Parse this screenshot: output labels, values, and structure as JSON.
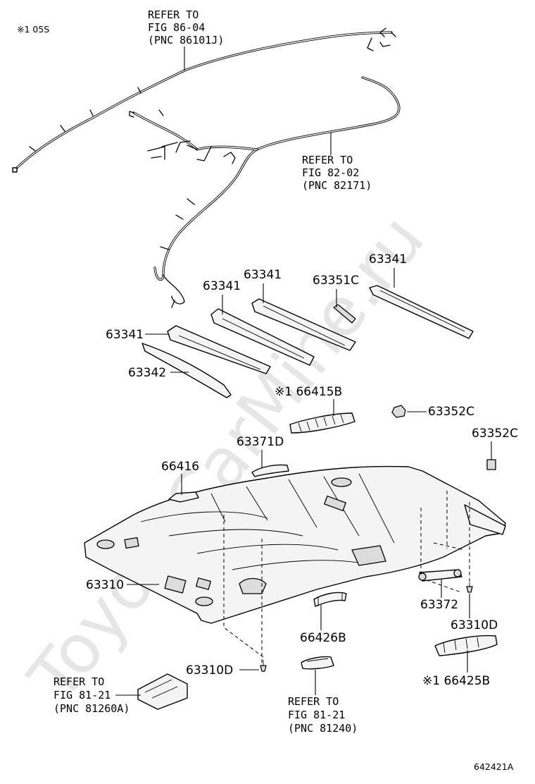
{
  "header_note": "※1 05S",
  "figure_code": "642421A",
  "watermark": "ToyotaCarMine.ru",
  "refs": [
    {
      "lines": [
        "REFER TO",
        "FIG 86-04",
        "(PNC 86101J)"
      ]
    },
    {
      "lines": [
        "REFER TO",
        "FIG 82-02",
        "(PNC 82171)"
      ]
    },
    {
      "lines": [
        "REFER TO",
        "FIG 81-21",
        "(PNC 81260A)"
      ]
    },
    {
      "lines": [
        "REFER TO",
        "FIG 81-21",
        "(PNC 81240)"
      ]
    }
  ],
  "parts": [
    {
      "id": "p63341a",
      "label": "63341"
    },
    {
      "id": "p63341b",
      "label": "63341"
    },
    {
      "id": "p63341c",
      "label": "63341"
    },
    {
      "id": "p63351C",
      "label": "63351C"
    },
    {
      "id": "p63341d",
      "label": "63341"
    },
    {
      "id": "p63342",
      "label": "63342"
    },
    {
      "id": "p66415B",
      "label": "※1 66415B"
    },
    {
      "id": "p63352Ca",
      "label": "63352C"
    },
    {
      "id": "p63352Cb",
      "label": "63352C"
    },
    {
      "id": "p63371D",
      "label": "63371D"
    },
    {
      "id": "p66416",
      "label": "66416"
    },
    {
      "id": "p63310",
      "label": "63310"
    },
    {
      "id": "p63372",
      "label": "63372"
    },
    {
      "id": "p63310Da",
      "label": "63310D"
    },
    {
      "id": "p66426B",
      "label": "66426B"
    },
    {
      "id": "p63310Db",
      "label": "63310D"
    },
    {
      "id": "p66425B",
      "label": "※1 66425B"
    }
  ]
}
